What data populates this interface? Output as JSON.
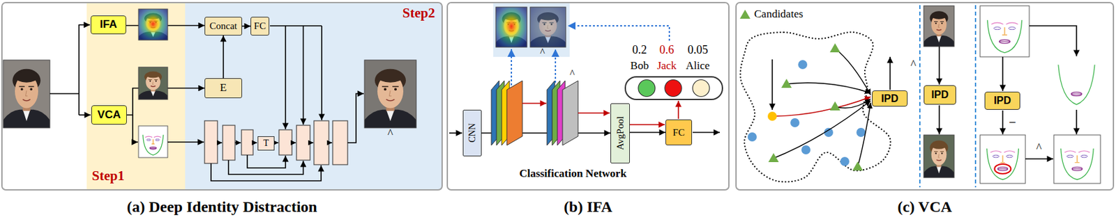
{
  "diagram": {
    "nodes": [
      {
        "text": [
          "(a) Deep Identity Distraction"
        ]
      },
      {
        "text": [
          "Step1"
        ],
        "in": 0
      },
      {
        "text": [
          "Step2"
        ],
        "in": 0
      },
      {
        "text": [
          "IFA"
        ],
        "in": 1
      },
      {
        "text": [
          "VCA"
        ],
        "in": 1
      },
      {
        "text": [
          "Concat"
        ],
        "in": 2
      },
      {
        "text": [
          "FC"
        ],
        "in": 2
      },
      {
        "text": [
          "E"
        ],
        "in": 2
      },
      {
        "text": [
          "T"
        ],
        "in": 2
      },
      {
        "text": [
          "(b) IFA"
        ]
      },
      {
        "text": [
          "CNN"
        ],
        "in": 9
      },
      {
        "text": [
          "AvgPool"
        ],
        "in": 9
      },
      {
        "text": [
          "FC"
        ],
        "in": 9
      },
      {
        "text": [
          "(c) VCA"
        ]
      },
      {
        "text": [
          "IPD"
        ],
        "in": 13
      },
      {
        "text": [
          "IPD"
        ],
        "in": 13
      },
      {
        "text": [
          "IPD"
        ],
        "in": 13
      }
    ],
    "edges": [
      {
        "from": 3,
        "to": 5,
        "arrow": "to"
      },
      {
        "from": 4,
        "to": 7,
        "arrow": "to"
      },
      {
        "from": 7,
        "to": 5,
        "arrow": "to"
      },
      {
        "from": 5,
        "to": 6,
        "arrow": "to"
      },
      {
        "from": 10,
        "to": 11,
        "arrow": "to"
      },
      {
        "from": 11,
        "to": 12,
        "arrow": "to"
      }
    ],
    "labels": [
      "^",
      "0.2",
      "Bob",
      "0.6",
      "Jack",
      "0.05",
      "Alice",
      "^",
      "^",
      "Classification Network",
      "^",
      "–",
      "^"
    ],
    "legend": [
      {
        "text": "Candidates"
      }
    ]
  }
}
